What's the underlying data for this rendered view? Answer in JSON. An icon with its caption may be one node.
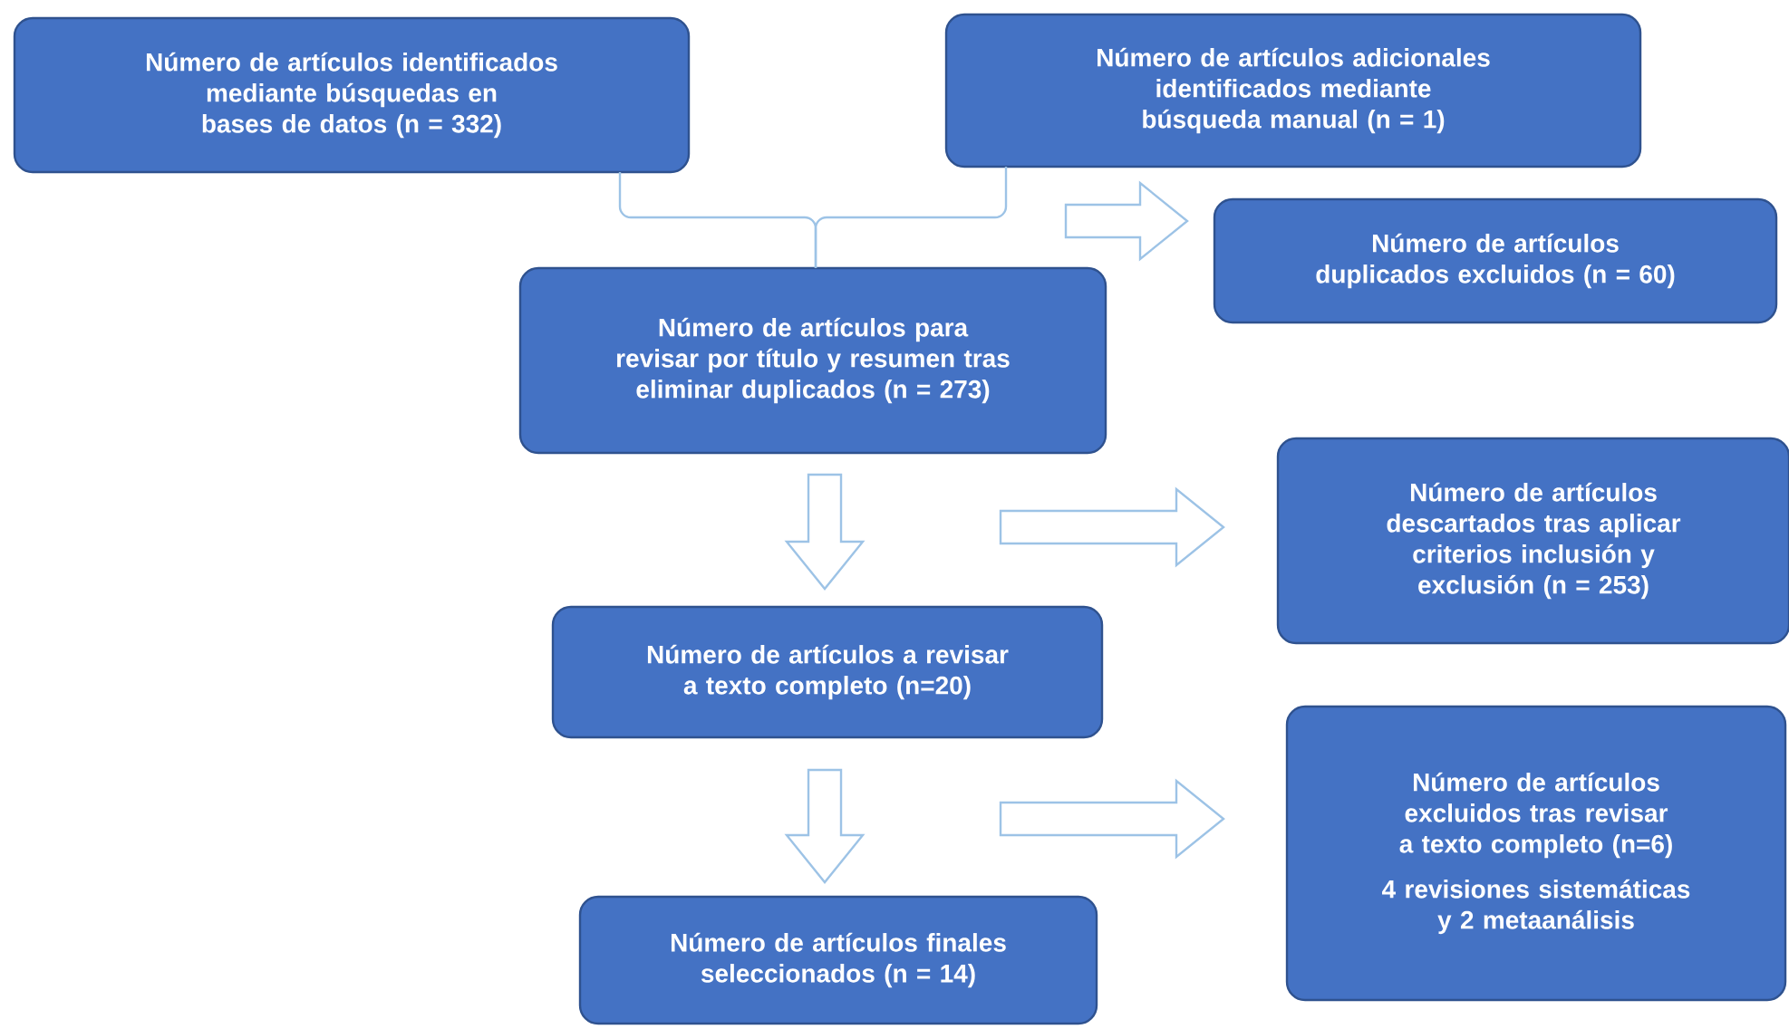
{
  "diagram": {
    "nodes": [
      {
        "text": [
          "Número de artículos identificados mediante búsquedas en bases de datos (n = 332)"
        ]
      },
      {
        "text": [
          "Número de artículos adicionales identificados mediante búsqueda manual (n = 1)"
        ]
      },
      {
        "text": [
          "Número de artículos para revisar por título y resumen tras eliminar duplicados (n = 273)"
        ]
      },
      {
        "text": [
          "Número de artículos duplicados excluidos (n = 60)"
        ]
      },
      {
        "text": [
          "Número de artículos descartados tras aplicar criterios inclusión y exclusión (n = 253)"
        ]
      },
      {
        "text": [
          "Número de artículos a revisar a texto completo (n=20)"
        ]
      },
      {
        "text": [
          "Número de artículos excluidos tras revisar a texto completo (n=6)",
          "4 revisiones sistemáticas y 2 metaanálisis"
        ]
      },
      {
        "text": [
          "Número de artículos finales seleccionados (n = 14)"
        ]
      }
    ],
    "edges": [
      {
        "from": 0,
        "to": 2,
        "arrow": "none"
      },
      {
        "from": 1,
        "to": 2,
        "arrow": "none"
      },
      {
        "from": 2,
        "to": 3,
        "arrow": "to"
      },
      {
        "from": 2,
        "to": 5,
        "arrow": "to"
      },
      {
        "from": 2,
        "to": 4,
        "arrow": "to"
      },
      {
        "from": 5,
        "to": 7,
        "arrow": "to"
      },
      {
        "from": 5,
        "to": 6,
        "arrow": "to"
      }
    ]
  }
}
